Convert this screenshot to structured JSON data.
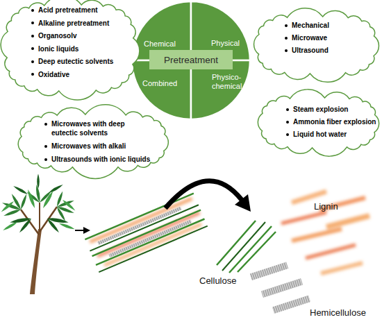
{
  "diagram": {
    "nodes": [
      {
        "text": [
          "Acid pretreatment",
          "Alkaline pretreatment",
          "Organosolv",
          "Ionic liquids",
          "Deep eutectic solvents",
          "Oxidative"
        ]
      },
      {
        "text": [
          "Chemical"
        ]
      },
      {
        "text": [
          "Physical"
        ]
      },
      {
        "text": [
          "Mechanical",
          "Microwave",
          "Ultrasound"
        ]
      },
      {
        "text": [
          "Pretreatment"
        ]
      },
      {
        "text": [
          "Combined"
        ]
      },
      {
        "text": [
          "Physico-chemical"
        ]
      },
      {
        "text": [
          "Steam explosion",
          "Ammonia fiber explosion",
          "Liquid hot water"
        ]
      },
      {
        "text": [
          "Microwaves with deep eutectic solvents",
          "Microwaves with alkali",
          "Ultrasounds with ionic liquids"
        ]
      }
    ],
    "labels": [
      "Lignin",
      "Cellulose",
      "Hemicellulose"
    ]
  }
}
